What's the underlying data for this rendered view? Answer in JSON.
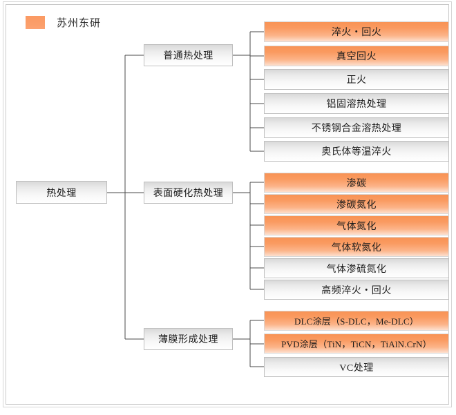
{
  "legend": {
    "swatch_color": "#fb9a63",
    "label": "苏州东研"
  },
  "colors": {
    "highlight": "#f89355",
    "neutral": "#eaeaea",
    "border": "#bfbfbf",
    "line": "#4a4a4a"
  },
  "tree": {
    "root": {
      "label": "热处理",
      "highlight": false
    },
    "branches": [
      {
        "label": "普通热处理",
        "highlight": false,
        "leaves": [
          {
            "label": "淬火・回火",
            "highlight": true
          },
          {
            "label": "真空回火",
            "highlight": true
          },
          {
            "label": "正火",
            "highlight": false
          },
          {
            "label": "铝固溶热处理",
            "highlight": false
          },
          {
            "label": "不锈钢合金溶热处理",
            "highlight": false
          },
          {
            "label": "奥氏体等温淬火",
            "highlight": false
          }
        ]
      },
      {
        "label": "表面硬化热处理",
        "highlight": false,
        "leaves": [
          {
            "label": "渗碳",
            "highlight": true
          },
          {
            "label": "渗碳氮化",
            "highlight": true
          },
          {
            "label": "气体氮化",
            "highlight": true
          },
          {
            "label": "气体软氮化",
            "highlight": true
          },
          {
            "label": "气体渗硫氮化",
            "highlight": false
          },
          {
            "label": "高频淬火・回火",
            "highlight": false
          }
        ]
      },
      {
        "label": "薄膜形成处理",
        "highlight": false,
        "leaves": [
          {
            "label": "DLC涂层（S-DLC，Me-DLC）",
            "highlight": true,
            "latin": true
          },
          {
            "label": "PVD涂层（TiN，TiCN，TiAlN.CrN）",
            "highlight": true,
            "latin": true
          },
          {
            "label": "VC处理",
            "highlight": false
          }
        ]
      }
    ]
  }
}
